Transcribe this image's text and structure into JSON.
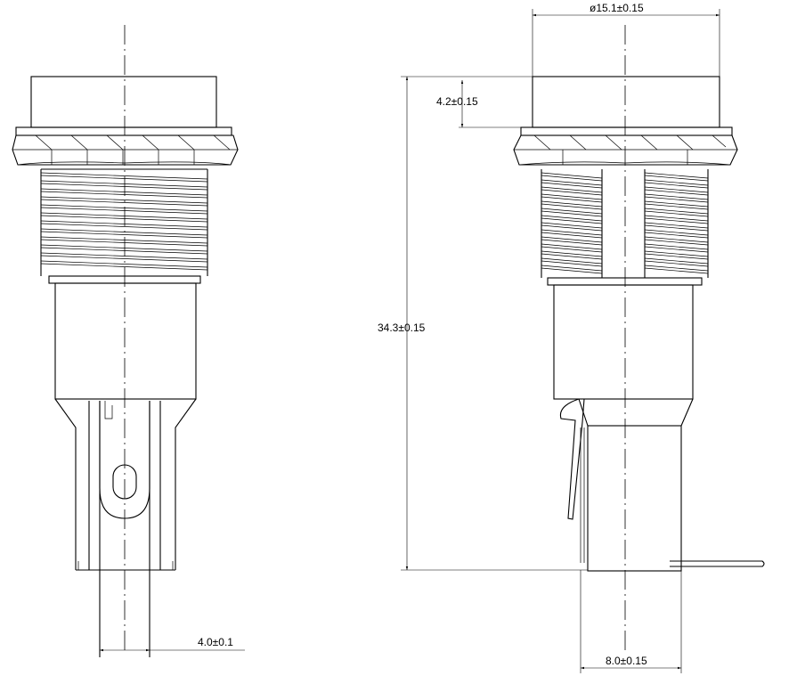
{
  "drawing": {
    "line_color": "#000000",
    "background": "#ffffff",
    "dimensions": {
      "diameter": "ø15.1±0.15",
      "head_height": "4.2±0.15",
      "total_length": "34.3±0.15",
      "pin_spacing": "4.0±0.1",
      "base_width": "8.0±0.15"
    }
  }
}
